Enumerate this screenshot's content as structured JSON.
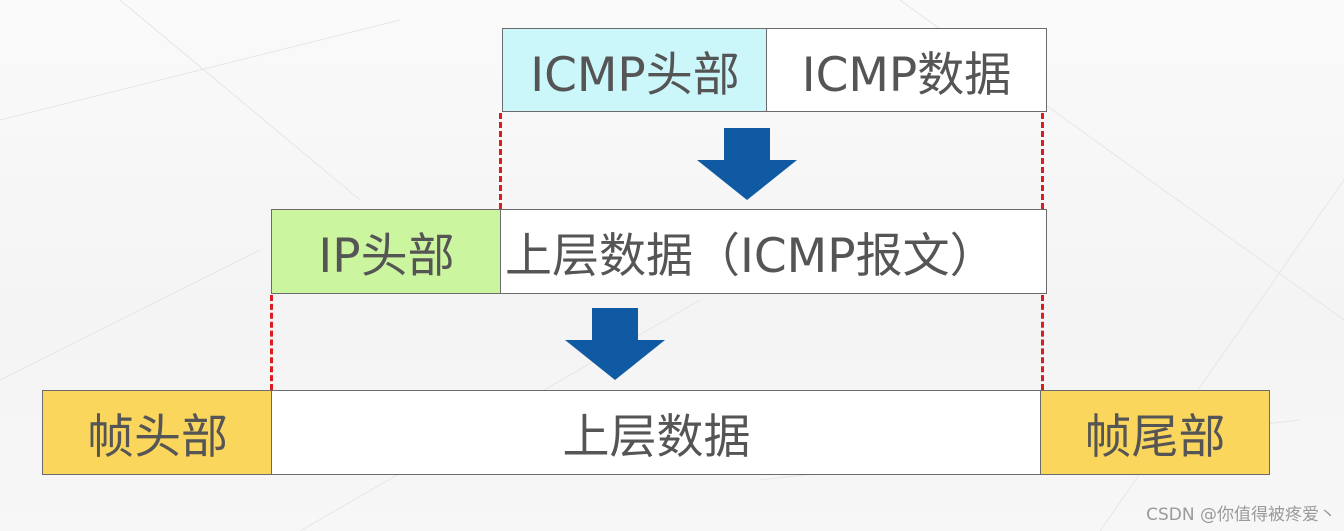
{
  "row1": {
    "header": "ICMP头部",
    "data": "ICMP数据"
  },
  "row2": {
    "header": "IP头部",
    "data": "上层数据（ICMP报文）"
  },
  "row3": {
    "header": "帧头部",
    "data": "上层数据",
    "trailer": "帧尾部"
  },
  "watermark": "CSDN @你值得被疼爱丶",
  "colors": {
    "icmp_header_fill": "#cbf7fb",
    "ip_header_fill": "#ccf5a0",
    "frame_fill": "#fbd65d",
    "plain_fill": "#ffffff",
    "arrow": "#0f5aa3",
    "dash": "#d81e1e",
    "text": "#555555"
  },
  "icons": {
    "arrow1": "down-arrow-icon",
    "arrow2": "down-arrow-icon"
  }
}
